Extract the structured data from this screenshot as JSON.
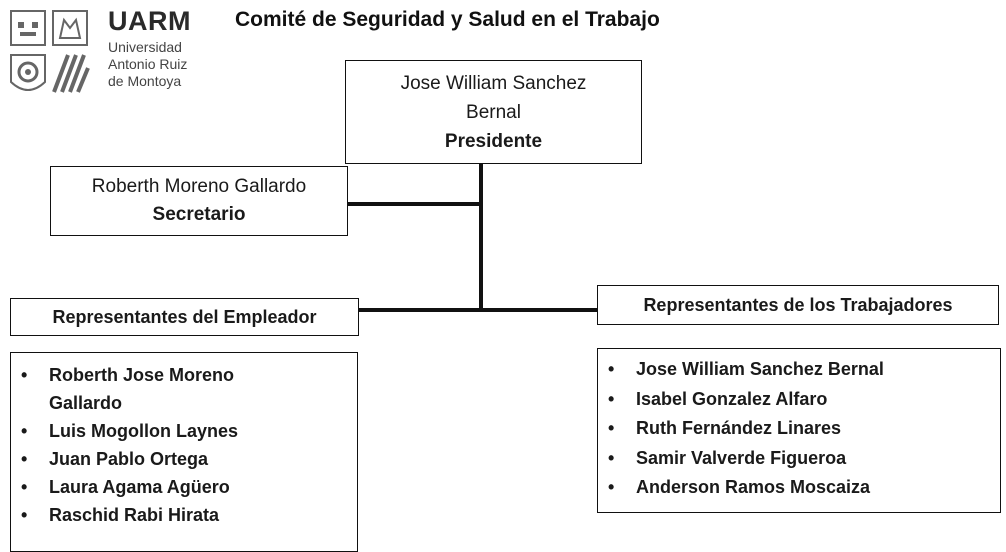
{
  "logo": {
    "name": "UARM",
    "subtitle_lines": [
      "Universidad",
      "Antonio Ruiz",
      "de Montoya"
    ]
  },
  "title": "Comité de Seguridad y Salud en el Trabajo",
  "president": {
    "name_line1": "Jose William Sanchez",
    "name_line2": "Bernal",
    "role": "Presidente"
  },
  "secretary": {
    "name": "Roberth Moreno Gallardo",
    "role": "Secretario"
  },
  "employer": {
    "heading": "Representantes del Empleador",
    "members": [
      "Roberth Jose Moreno",
      "Gallardo",
      "Luis  Mogollon Laynes",
      "Juan Pablo Ortega",
      "Laura Agama Agüero",
      "Raschid Rabi Hirata"
    ]
  },
  "workers": {
    "heading": "Representantes de los Trabajadores",
    "members": [
      "Jose William Sanchez Bernal",
      "Isabel Gonzalez Alfaro",
      "Ruth Fernández Linares",
      "Samir Valverde Figueroa",
      "Anderson Ramos Moscaiza"
    ]
  }
}
